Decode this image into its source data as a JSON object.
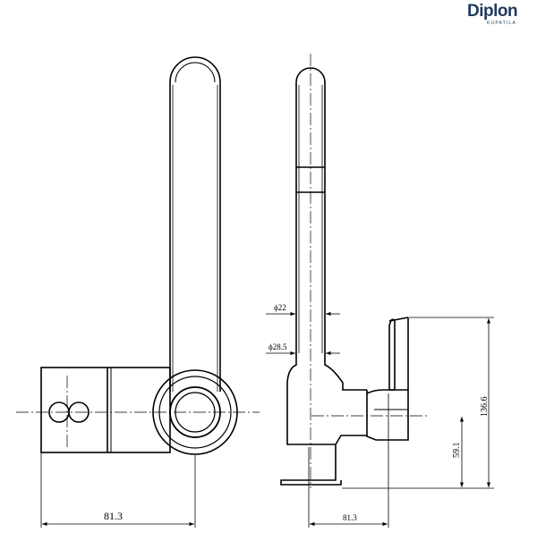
{
  "brand": {
    "name": "Diplon",
    "tagline": "KUPATILA",
    "color": "#1f3a5f"
  },
  "drawing": {
    "line_color": "#000000",
    "top_view": {
      "dimensions": {
        "width": "81.3"
      }
    },
    "side_view": {
      "dimensions": {
        "spout_diameter": "ϕ22",
        "base_diameter": "ϕ28.5",
        "total_height": "136.6",
        "handle_height": "59.1",
        "reach": "81.3"
      }
    }
  }
}
